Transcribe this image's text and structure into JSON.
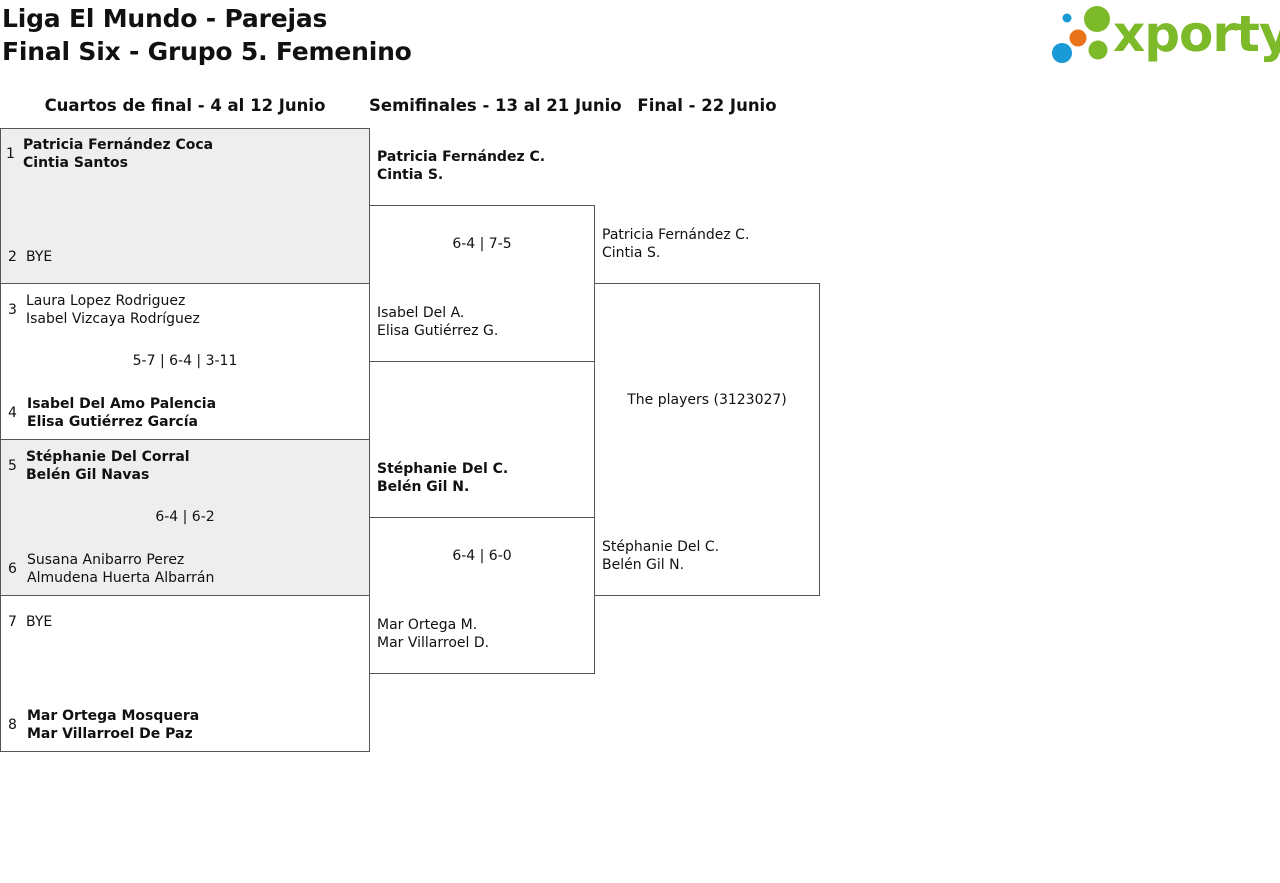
{
  "header": {
    "title_line1": "Liga El Mundo - Parejas",
    "title_line2": "Final Six - Grupo 5. Femenino",
    "logo_text": "xporty",
    "logo_colors": {
      "green": "#7cba2a",
      "blue": "#1a9ad6",
      "orange": "#e8731a"
    }
  },
  "columns": {
    "quarters": "Cuartos de final - 4 al 12 Junio",
    "semis": "Semifinales - 13 al 21 Junio",
    "final": "Final - 22 Junio"
  },
  "quarterfinals": [
    {
      "seed_a": "1",
      "a1": "Patricia Fernández Coca",
      "a2": "Cintia Santos",
      "seed_b": "2",
      "b1": "BYE",
      "b2": "",
      "score": "",
      "winner": "a"
    },
    {
      "seed_a": "3",
      "a1": "Laura Lopez Rodriguez",
      "a2": "Isabel Vizcaya Rodríguez",
      "seed_b": "4",
      "b1": "Isabel Del Amo Palencia",
      "b2": "Elisa Gutiérrez García",
      "score": "5-7 | 6-4 | 3-11",
      "winner": "b"
    },
    {
      "seed_a": "5",
      "a1": "Stéphanie Del Corral",
      "a2": "Belén Gil Navas",
      "seed_b": "6",
      "b1": "Susana Anibarro Perez",
      "b2": "Almudena Huerta Albarrán",
      "score": "6-4 | 6-2",
      "winner": "a"
    },
    {
      "seed_a": "7",
      "a1": "BYE",
      "a2": "",
      "seed_b": "8",
      "b1": "Mar Ortega Mosquera",
      "b2": "Mar Villarroel De Paz",
      "score": "",
      "winner": "b"
    }
  ],
  "semifinals": [
    {
      "a1": "Patricia Fernández C.",
      "a2": "Cintia S.",
      "b1": "Isabel Del A.",
      "b2": "Elisa Gutiérrez G.",
      "score": "6-4 | 7-5",
      "winner": "a"
    },
    {
      "a1": "Stéphanie Del C.",
      "a2": "Belén Gil N.",
      "b1": "Mar Ortega M.",
      "b2": "Mar Villarroel D.",
      "score": "6-4 | 6-0",
      "winner": "a"
    }
  ],
  "final": {
    "a1": "Patricia Fernández C.",
    "a2": "Cintia S.",
    "b1": "Stéphanie Del C.",
    "b2": "Belén Gil N.",
    "score": "The players (3123027)"
  }
}
